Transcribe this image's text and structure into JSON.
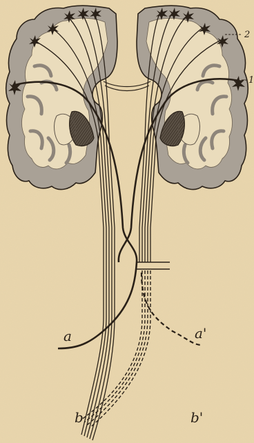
{
  "diagram": {
    "labels": {
      "a_left": "a",
      "a_right": "a'",
      "b_left": "b",
      "b_right": "b'",
      "marker_1": "1",
      "marker_2": "2"
    },
    "colors": {
      "background": "#e9d6ad",
      "cortex_fill": "#a9a196",
      "white_matter": "#eadcbc",
      "ink": "#2a2118",
      "nucleus": "#3b3228"
    }
  }
}
